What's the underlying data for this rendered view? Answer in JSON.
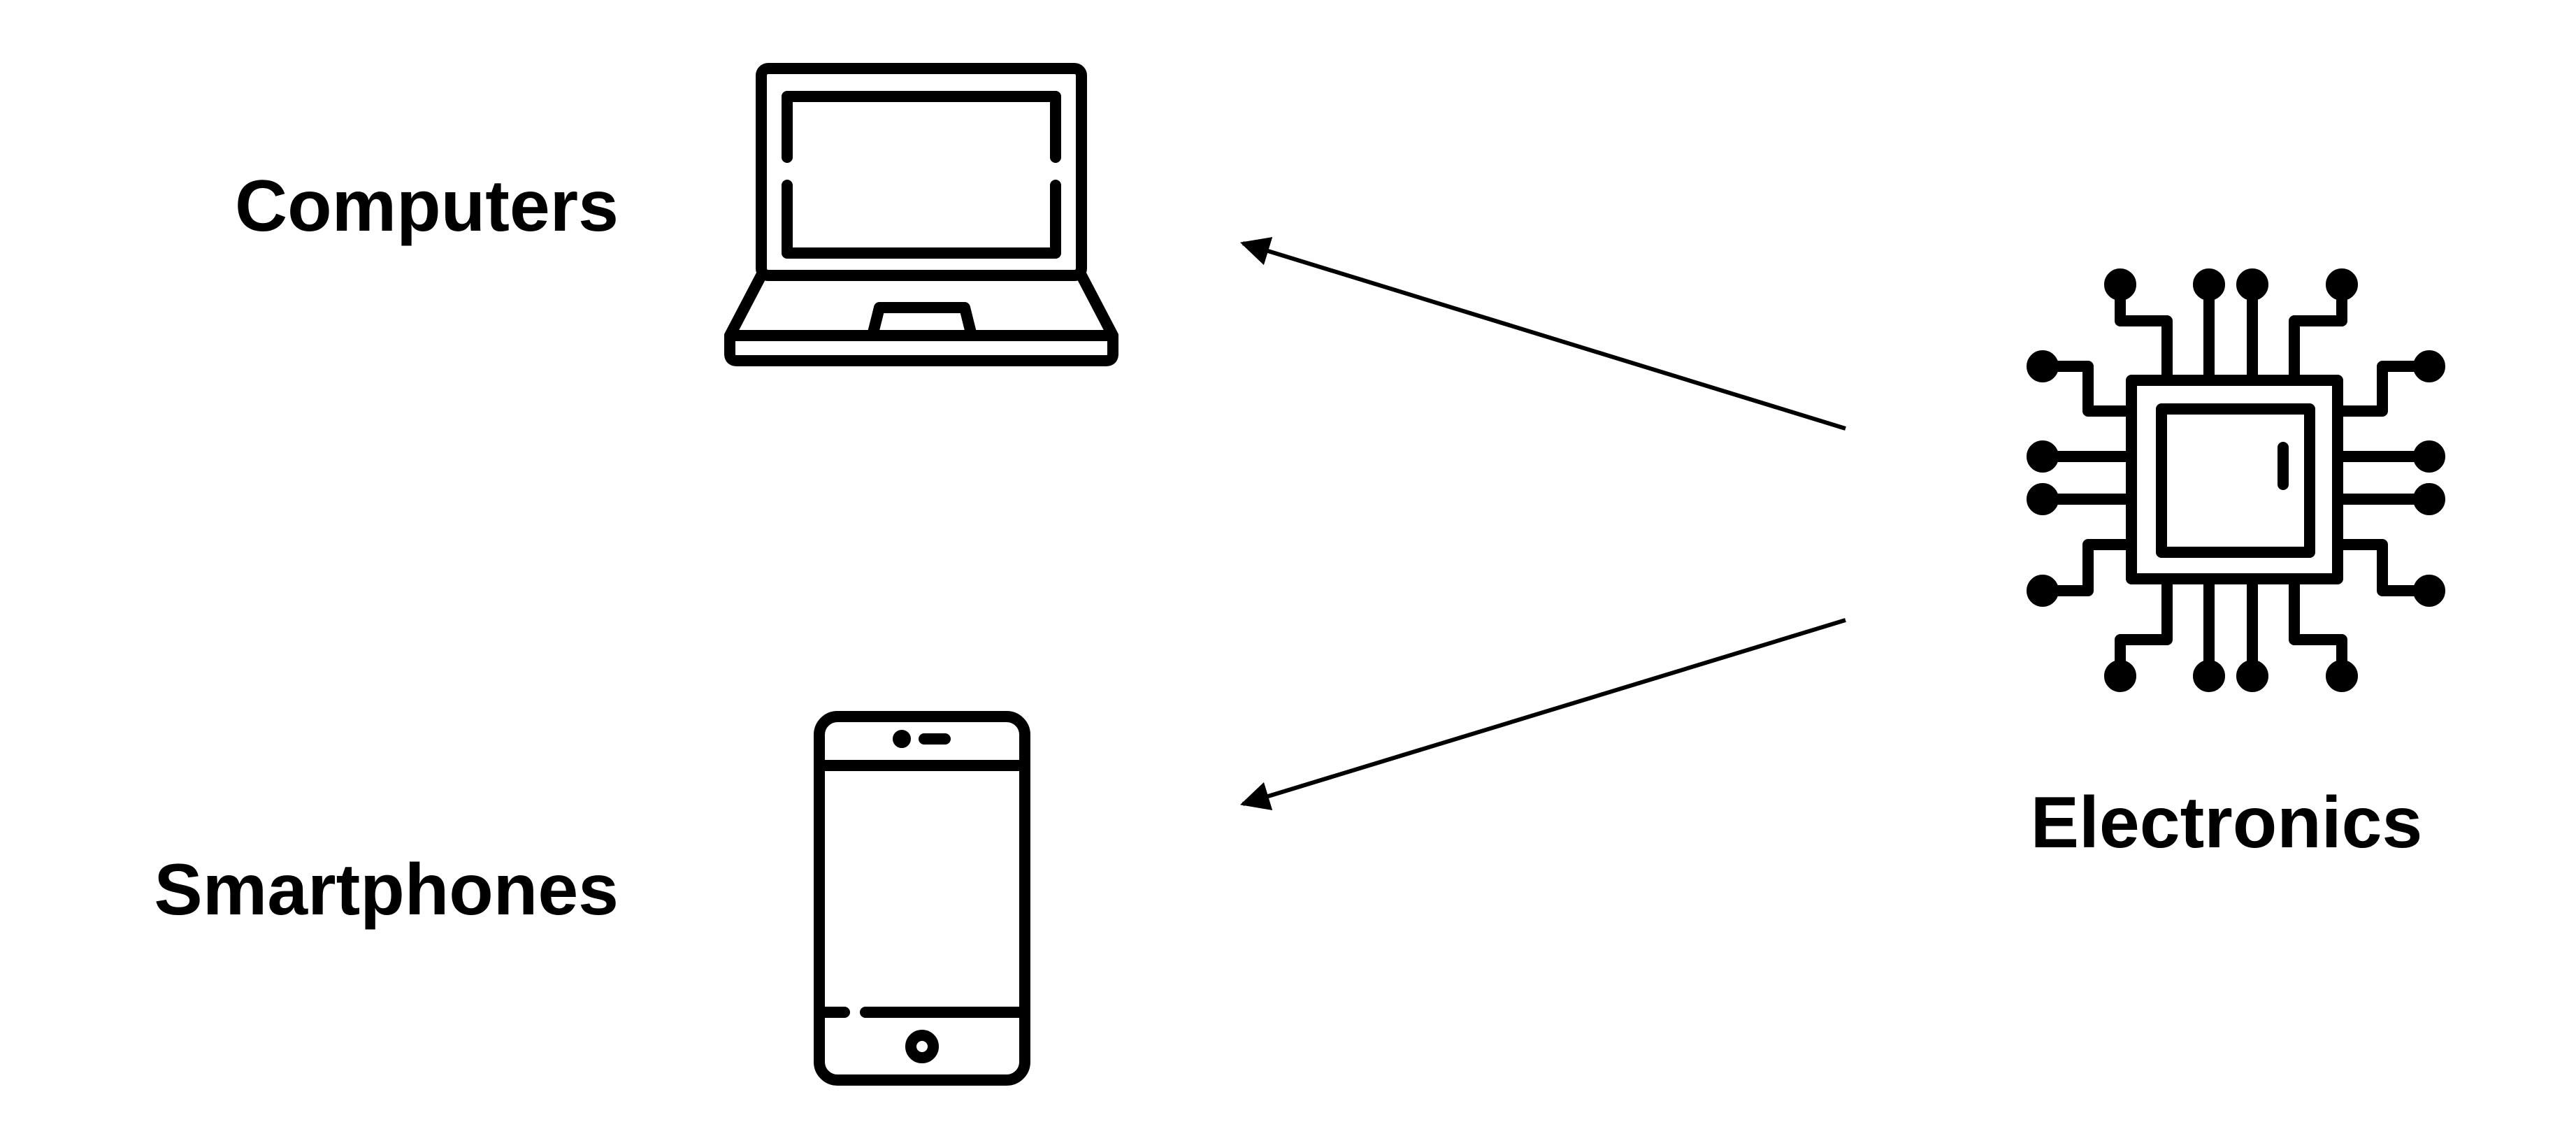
{
  "diagram": {
    "nodes": {
      "computers": {
        "label": "Computers",
        "icon": "laptop-icon"
      },
      "smartphones": {
        "label": "Smartphones",
        "icon": "smartphone-icon"
      },
      "electronics": {
        "label": "Electronics",
        "icon": "microchip-icon"
      }
    },
    "edges": [
      {
        "from": "electronics",
        "to": "computers"
      },
      {
        "from": "electronics",
        "to": "smartphones"
      }
    ],
    "colors": {
      "stroke": "#000000",
      "background": "#ffffff"
    }
  }
}
